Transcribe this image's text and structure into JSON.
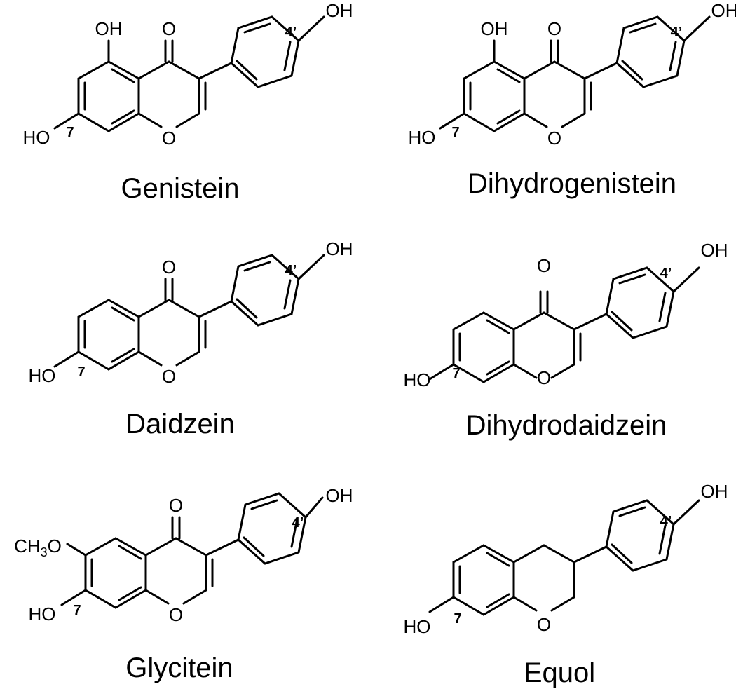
{
  "structures": [
    {
      "name": "Genistein",
      "atoms": {
        "oh5": "OH",
        "o4": "O",
        "oh4p": "OH",
        "oh7": "HO",
        "o1": "O"
      },
      "locants": {
        "c7": "7",
        "c4p": "4’"
      }
    },
    {
      "name": "Dihydrogenistein",
      "atoms": {
        "oh5": "OH",
        "o4": "O",
        "oh4p": "OH",
        "oh7": "HO",
        "o1": "O"
      },
      "locants": {
        "c7": "7",
        "c4p": "4’"
      }
    },
    {
      "name": "Daidzein",
      "atoms": {
        "o4": "O",
        "oh4p": "OH",
        "oh7": "HO",
        "o1": "O"
      },
      "locants": {
        "c7": "7",
        "c4p": "4’"
      }
    },
    {
      "name": "Dihydrodaidzein",
      "atoms": {
        "o4": "O",
        "oh4p": "OH",
        "oh7": "HO",
        "o1": "O"
      },
      "locants": {
        "c7": "7",
        "c4p": "4’"
      }
    },
    {
      "name": "Glycitein",
      "atoms": {
        "ch3o_ch": "CH",
        "ch3o_3": "3",
        "ch3o_o": "O",
        "o4": "O",
        "oh4p": "OH",
        "oh7": "HO",
        "o1": "O"
      },
      "locants": {
        "c7": "7",
        "c4p": "4’"
      }
    },
    {
      "name": "Equol",
      "atoms": {
        "oh4p": "OH",
        "oh7": "HO",
        "o1": "O"
      },
      "locants": {
        "c7": "7",
        "c4p": "4’"
      }
    }
  ]
}
